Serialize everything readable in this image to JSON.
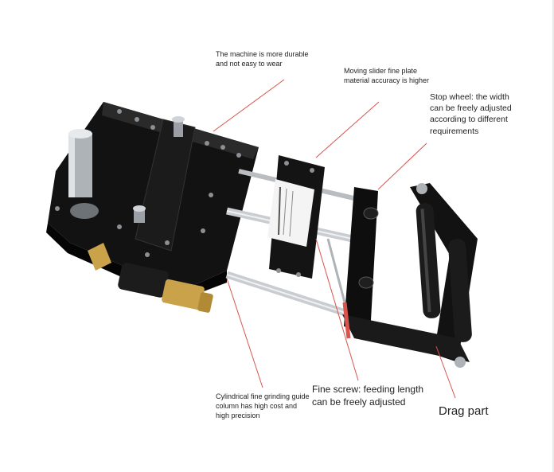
{
  "callouts": {
    "durable": {
      "line1": "The machine is more durable",
      "line2": "and not easy to wear"
    },
    "slider": {
      "line1": "Moving slider fine plate",
      "line2": "material accuracy is higher"
    },
    "stop_wheel": {
      "line1": "Stop wheel: the width",
      "line2": "can be freely adjusted",
      "line3": "according to different",
      "line4": "requirements"
    },
    "guide_column": {
      "line1": "Cylindrical fine grinding guide",
      "line2": "column has high cost and",
      "line3": "high precision"
    },
    "fine_screw": {
      "line1": "Fine screw: feeding length",
      "line2": "can be freely adjusted"
    },
    "drag_part": {
      "text": "Drag part"
    }
  },
  "colors": {
    "leader_line": "#d9534f",
    "machine_body": "#111111",
    "steel": "#c9ccd0",
    "brass": "#c9a24a"
  }
}
